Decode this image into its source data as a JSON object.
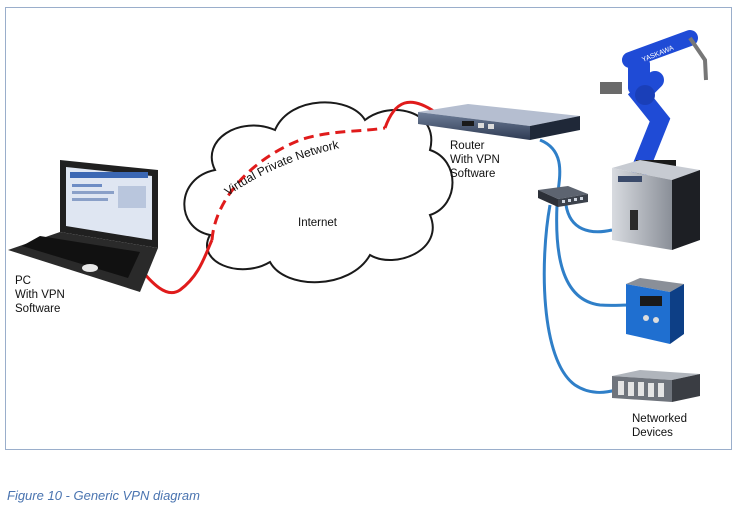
{
  "labels": {
    "pc": [
      "PC",
      "With VPN",
      "Software"
    ],
    "router": [
      "Router",
      "With VPN",
      "Software"
    ],
    "internet": "Internet",
    "vpn": "Virtual Private Network",
    "devices": [
      "Networked",
      "Devices"
    ],
    "robot_brand": "YASKAWA"
  },
  "caption": "Figure 10 - Generic VPN diagram",
  "colors": {
    "vpn_line": "#e01b1b",
    "lan_line": "#2f7fc8",
    "border": "#9aaecb",
    "caption": "#4a74b0"
  }
}
